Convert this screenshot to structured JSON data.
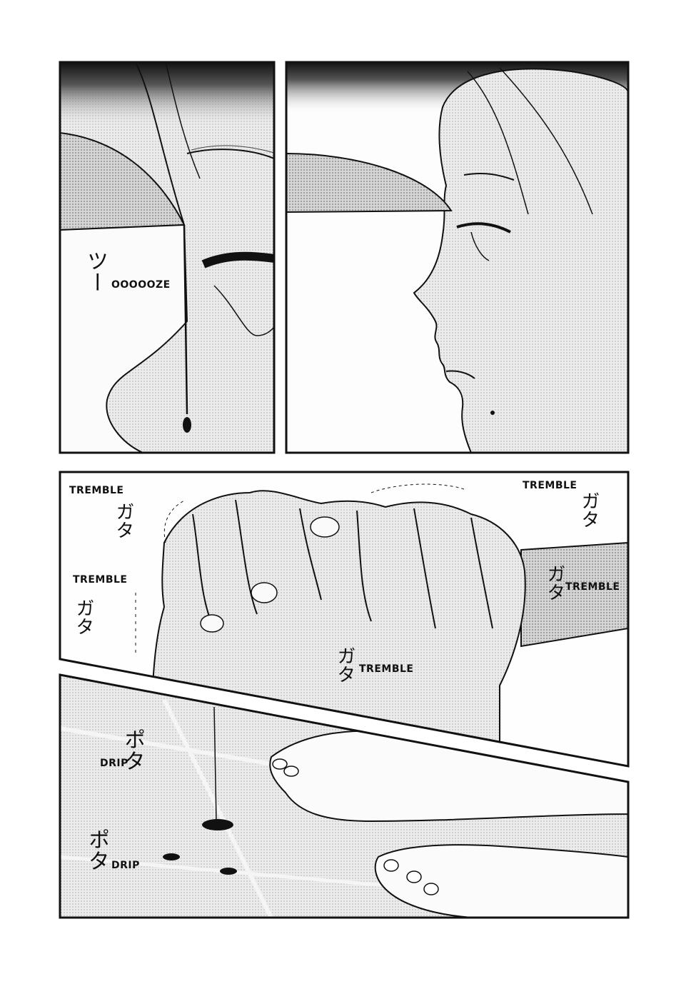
{
  "palette": {
    "ink": "#111111",
    "tone_light": "#e4e4e4",
    "tone_mid": "#cfcfcf",
    "paper": "#ffffff"
  },
  "panels": [
    {
      "id": "panel-1",
      "sfx": [
        {
          "jp": "ツー",
          "en": "OOOOOZE"
        }
      ]
    },
    {
      "id": "panel-2",
      "sfx": []
    },
    {
      "id": "panel-3",
      "sfx": [
        {
          "en": "TREMBLE",
          "jp": "ガタ"
        },
        {
          "en": "TREMBLE",
          "jp": "ガタ"
        },
        {
          "en": "TREMBLE",
          "jp": "ガタ"
        },
        {
          "en": "TREMBLE",
          "jp": "ガタ"
        },
        {
          "en": "TREMBLE",
          "jp": "ガタ"
        }
      ]
    },
    {
      "id": "panel-4",
      "sfx": [
        {
          "jp": "ポタ",
          "en": "DRIP"
        },
        {
          "jp": "ポタ",
          "en": "DRIP"
        }
      ]
    }
  ]
}
